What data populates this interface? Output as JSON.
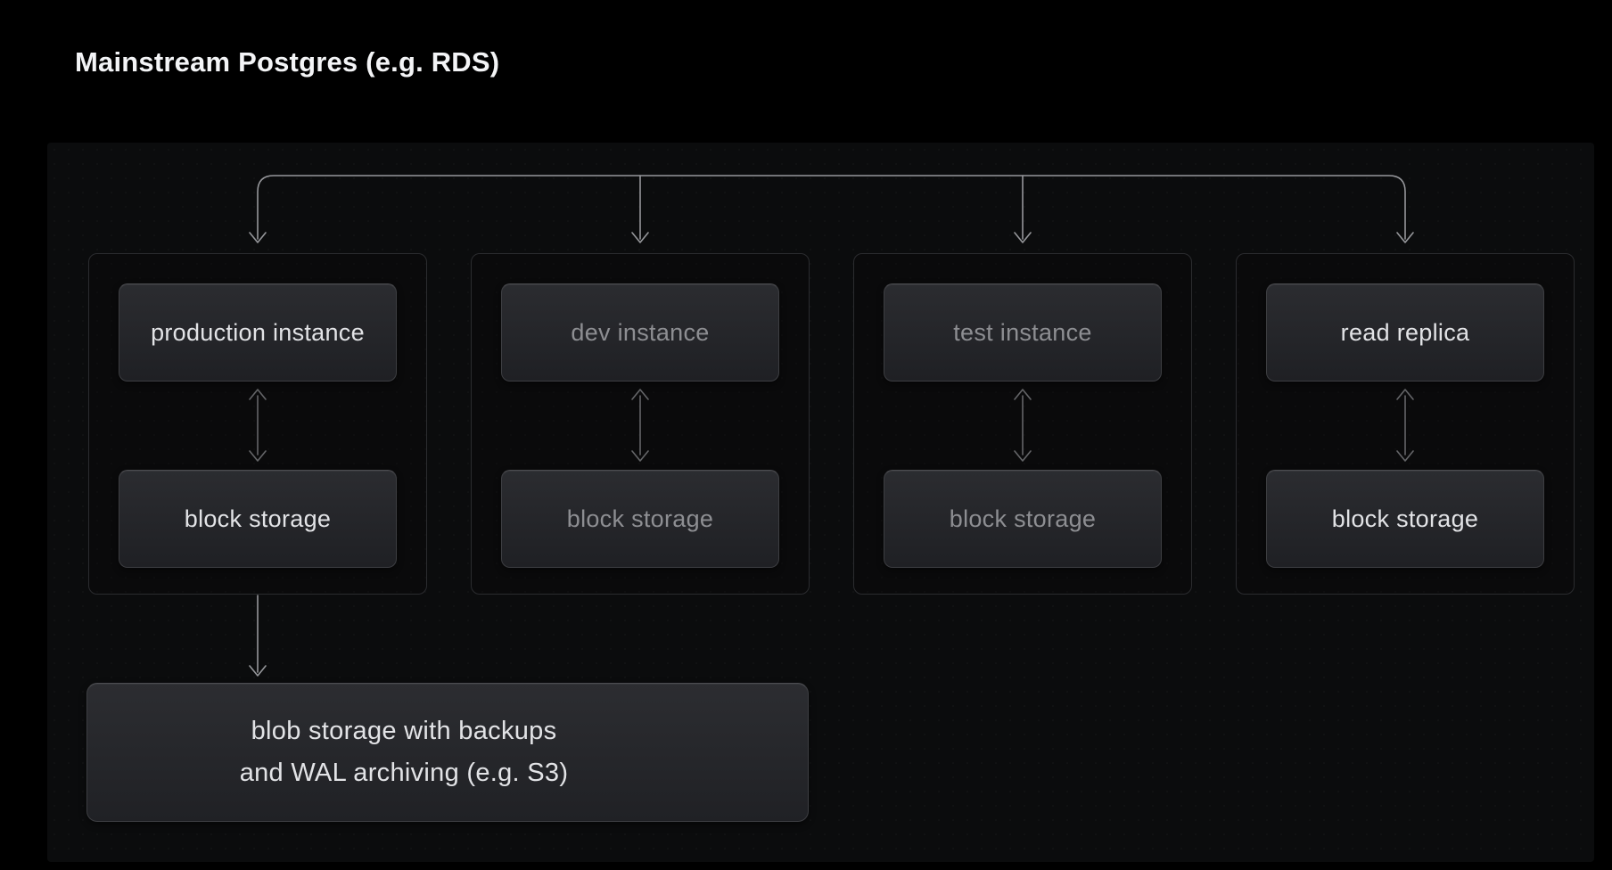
{
  "title": "Mainstream Postgres (e.g. RDS)",
  "diagram": {
    "columns": [
      {
        "instance": "production instance",
        "storage": "block storage",
        "emphasis": "bright"
      },
      {
        "instance": "dev instance",
        "storage": "block storage",
        "emphasis": "dim"
      },
      {
        "instance": "test instance",
        "storage": "block storage",
        "emphasis": "dim"
      },
      {
        "instance": "read replica",
        "storage": "block storage",
        "emphasis": "bright"
      }
    ],
    "blob_storage": {
      "line1": "blob storage with backups",
      "line2": "and WAL archiving (e.g. S3)"
    }
  },
  "colors": {
    "background": "#000000",
    "panel": "#0b0c0d",
    "group_border": "#2b2c2f",
    "node_border": "#3d3e42",
    "connector": "#96979b",
    "text_bright": "#e2e3e6",
    "text_dim": "#8d8e92",
    "title": "#f3f4f6"
  }
}
